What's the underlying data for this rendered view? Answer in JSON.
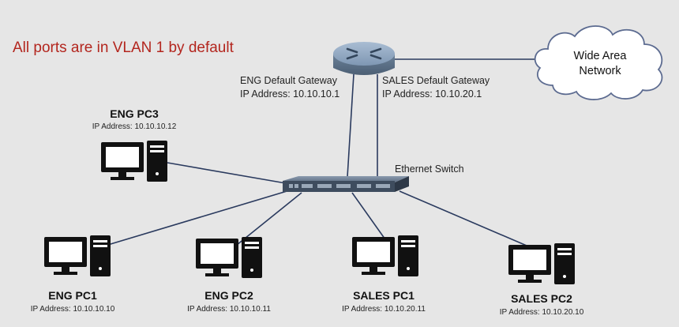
{
  "banner": "All ports are in VLAN 1 by default",
  "router": {
    "icon": "router-icon",
    "eng_gateway": {
      "name": "ENG Default Gateway",
      "ip": "IP Address: 10.10.10.1"
    },
    "sales_gateway": {
      "name": "SALES Default Gateway",
      "ip": "IP Address: 10.10.20.1"
    }
  },
  "wan": {
    "line1": "Wide Area",
    "line2": "Network",
    "icon": "cloud-icon"
  },
  "switch": {
    "label": "Ethernet Switch",
    "icon": "switch-icon"
  },
  "pcs": [
    {
      "name": "ENG PC3",
      "ip": "IP Address: 10.10.10.12"
    },
    {
      "name": "ENG PC1",
      "ip": "IP Address: 10.10.10.10"
    },
    {
      "name": "ENG PC2",
      "ip": "IP Address: 10.10.10.11"
    },
    {
      "name": "SALES PC1",
      "ip": "IP Address: 10.10.20.11"
    },
    {
      "name": "SALES PC2",
      "ip": "IP Address: 10.10.20.10"
    }
  ],
  "colors": {
    "banner": "#b3261e",
    "link": "#2a3a5e",
    "device": "#111111",
    "router": "#6f8aa8"
  }
}
